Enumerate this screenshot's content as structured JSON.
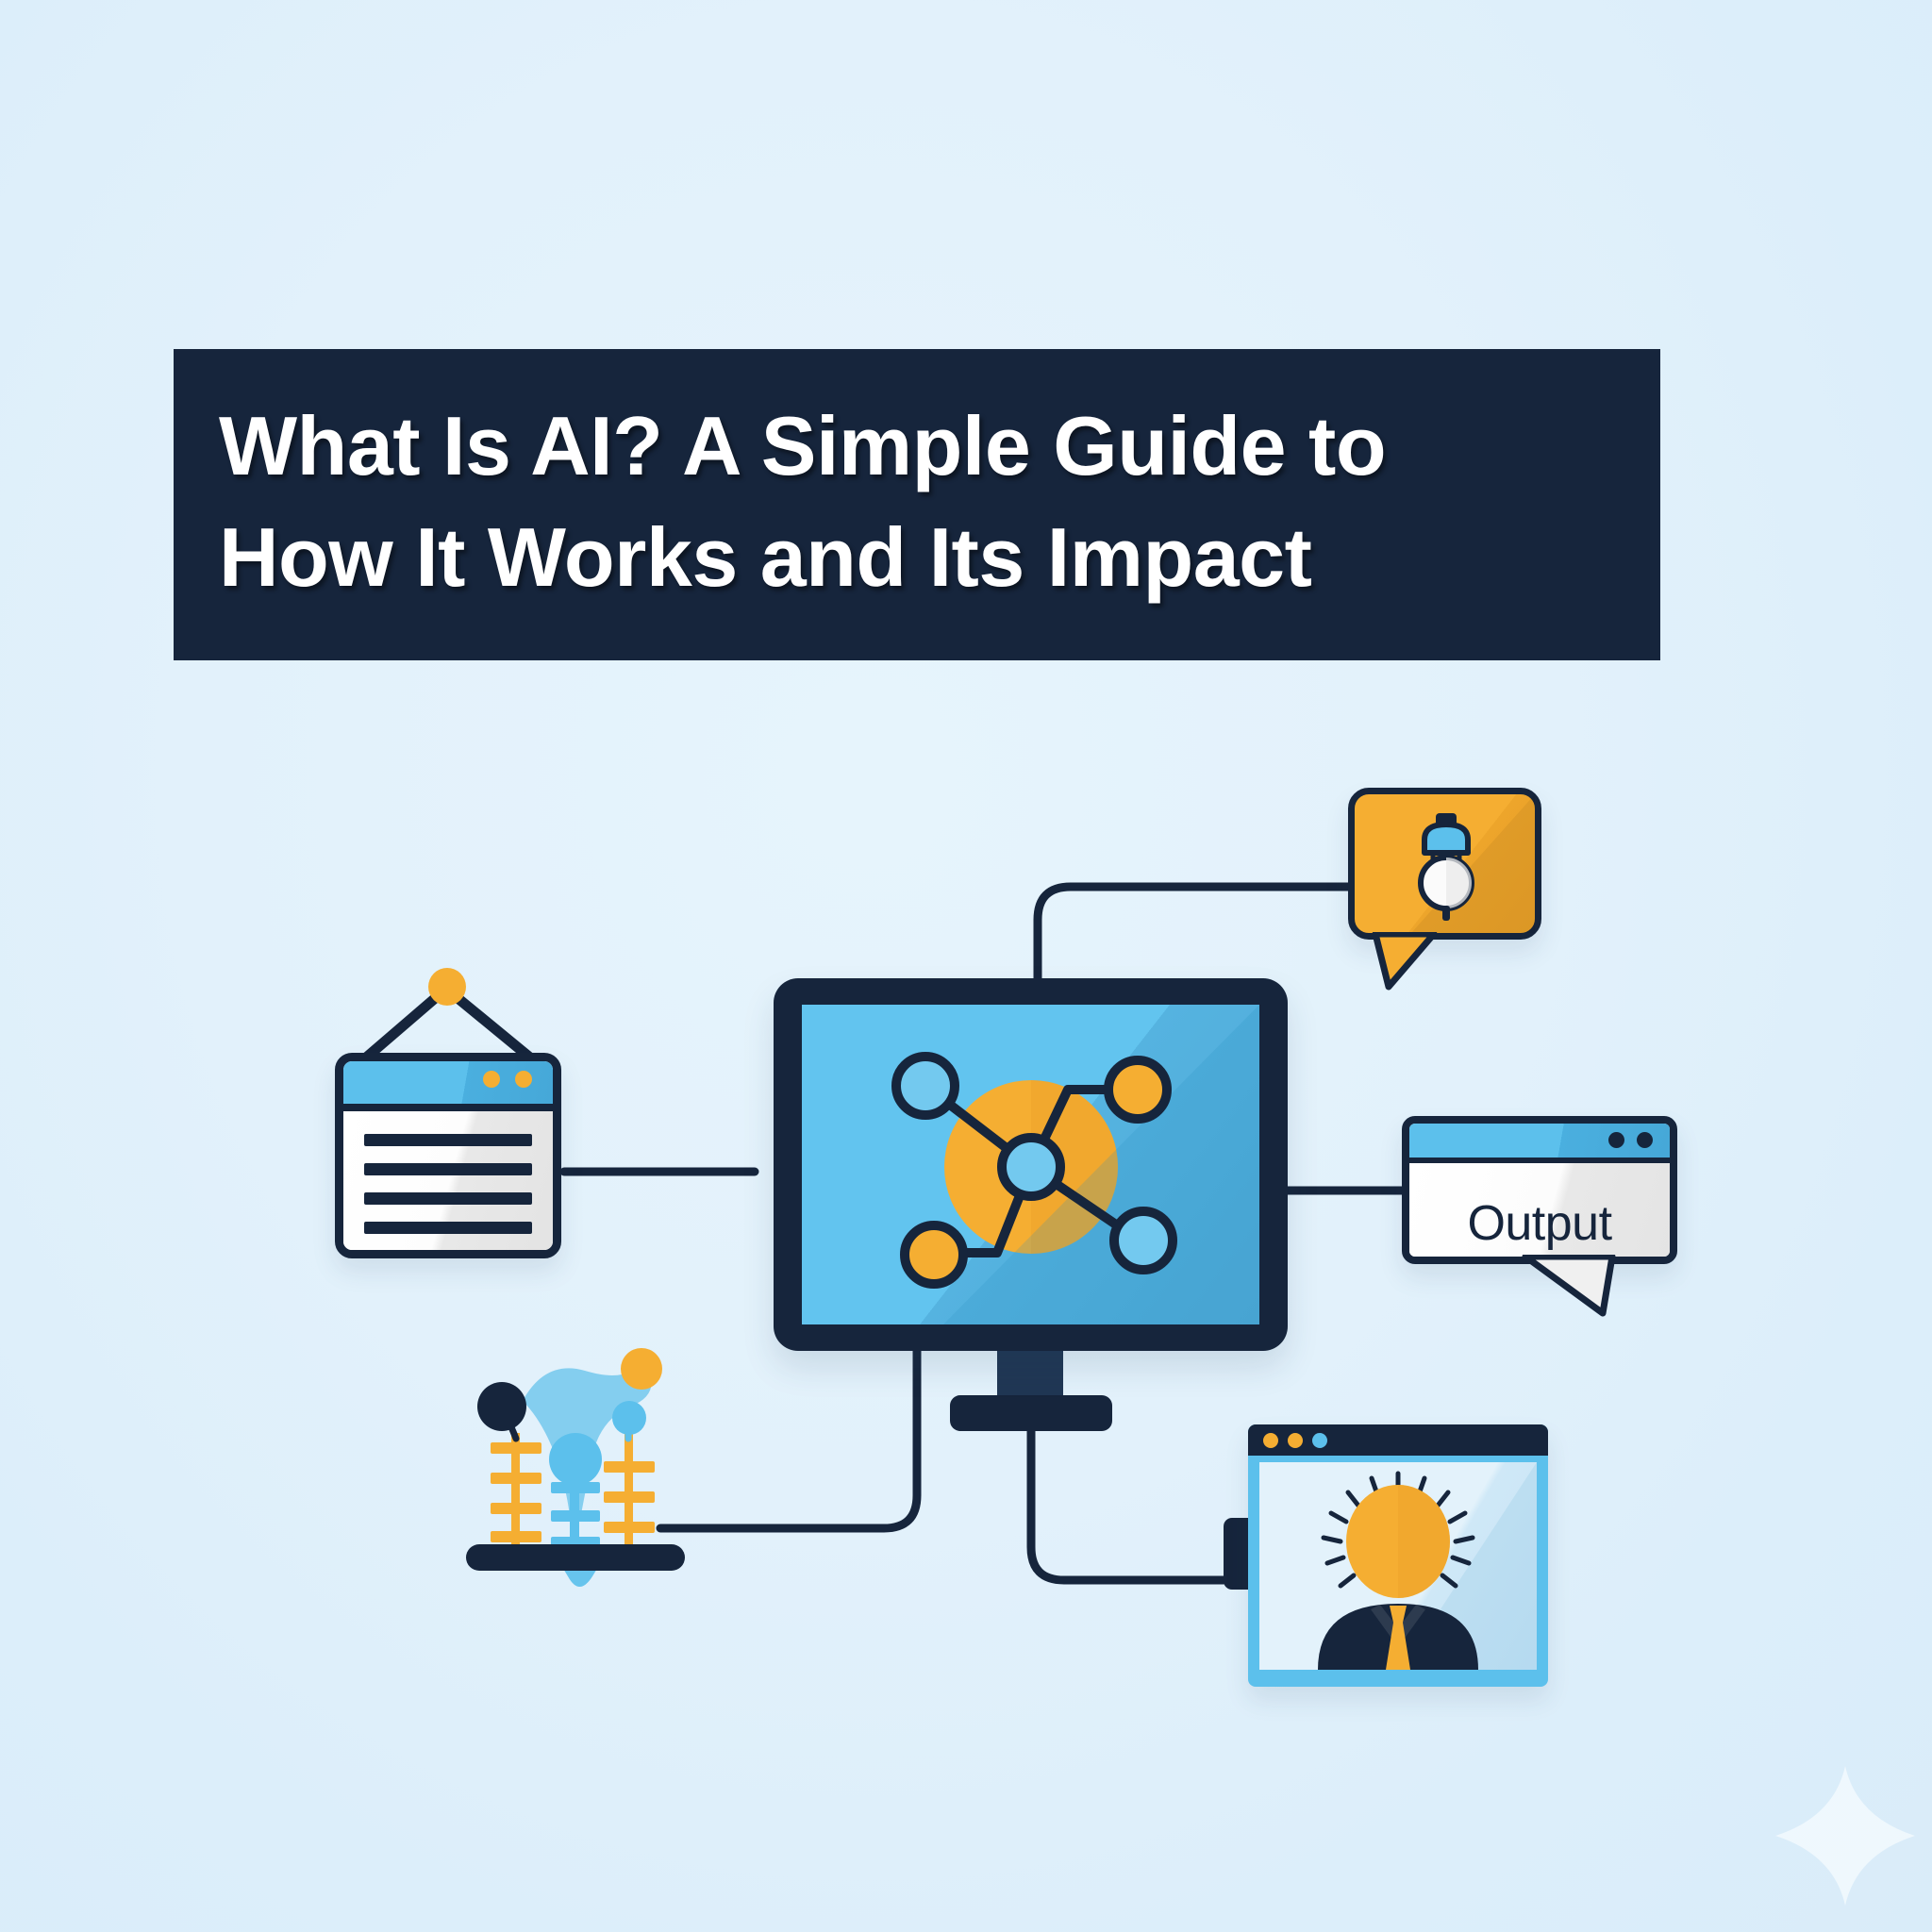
{
  "page": {
    "background_color": "#e3f1fb",
    "ink_color": "#16253c",
    "accent_blue": "#5cc0ec",
    "accent_orange": "#f5ae32",
    "white": "#ffffff"
  },
  "title": {
    "line1": "What Is AI? A Simple Guide to",
    "line2": "How It Works and Its Impact",
    "background_color": "#16253c",
    "text_color": "#ffffff"
  },
  "diagram": {
    "center": {
      "name": "ai-monitor",
      "label": "AI processing monitor",
      "screen_color": "#5cc0ec",
      "glow_color": "#f5ae32",
      "nodes": [
        {
          "id": "node-top-left",
          "fill": "hollow",
          "color": "#5cc0ec"
        },
        {
          "id": "node-top-right",
          "fill": "solid",
          "color": "#f5ae32"
        },
        {
          "id": "node-center",
          "fill": "hollow",
          "color": "#5cc0ec"
        },
        {
          "id": "node-bottom-right",
          "fill": "hollow",
          "color": "#5cc0ec"
        },
        {
          "id": "node-bottom-left",
          "fill": "solid",
          "color": "#f5ae32"
        }
      ]
    },
    "nodes": [
      {
        "id": "input-document",
        "name": "hanging-document-sign",
        "label": "Input data document",
        "position": "left",
        "text_lines": 4,
        "header_color": "#5cc0ec",
        "dot_color": "#f5ae32",
        "dot_count": 2
      },
      {
        "id": "idea-bulb",
        "name": "lightbulb-bubble",
        "label": "Idea lightbulb",
        "position": "top-right",
        "bubble_color": "#f5ae32",
        "bulb_cap_color": "#5cc0ec",
        "bulb_glass_color": "#ffffff"
      },
      {
        "id": "output-window",
        "name": "output-speech-window",
        "label": "Output",
        "text": "Output",
        "position": "right",
        "header_color": "#5cc0ec",
        "dot_color": "#16253c",
        "dot_count": 2
      },
      {
        "id": "training-data",
        "name": "abacus-data-icon",
        "label": "Training data structure",
        "position": "bottom-left",
        "rod_colors": [
          "#f5ae32",
          "#5cc0ec",
          "#f5ae32"
        ],
        "bead_colors": [
          "#16253c",
          "#f5ae32",
          "#5cc0ec"
        ]
      },
      {
        "id": "human-impact",
        "name": "person-idea-window",
        "label": "Person with idea",
        "position": "bottom-right",
        "header_color": "#16253c",
        "dot_colors": [
          "#f5ae32",
          "#f5ae32",
          "#5cc0ec"
        ],
        "head_color": "#f5ae32",
        "body_color": "#16253c",
        "tie_color": "#f5ae32",
        "ray_count": 12
      }
    ],
    "connections": [
      {
        "from": "input-document",
        "to": "ai-monitor"
      },
      {
        "from": "ai-monitor",
        "to": "idea-bulb"
      },
      {
        "from": "ai-monitor",
        "to": "output-window"
      },
      {
        "from": "ai-monitor",
        "to": "training-data"
      },
      {
        "from": "ai-monitor",
        "to": "human-impact"
      }
    ]
  },
  "watermark": {
    "name": "sparkle-icon",
    "shape": "four-point-star",
    "color": "#f2fafe"
  }
}
